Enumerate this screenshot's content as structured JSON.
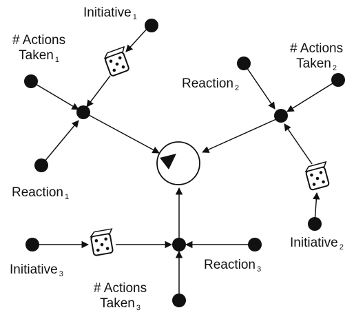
{
  "colors": {
    "ink": "#111111",
    "background": "#ffffff"
  },
  "center": {
    "shape": "circle",
    "icon": "triangle-play-icon"
  },
  "groups": [
    {
      "id": 1,
      "initiative": {
        "text": "Initiative",
        "sub": "1"
      },
      "actions": {
        "line1": "# Actions",
        "line2": "Taken",
        "sub": "1"
      },
      "reaction": {
        "text": "Reaction",
        "sub": "1"
      }
    },
    {
      "id": 2,
      "initiative": {
        "text": "Initiative",
        "sub": "2"
      },
      "actions": {
        "line1": "# Actions",
        "line2": "Taken",
        "sub": "2"
      },
      "reaction": {
        "text": "Reaction",
        "sub": "2"
      }
    },
    {
      "id": 3,
      "initiative": {
        "text": "Initiative",
        "sub": "3"
      },
      "actions": {
        "line1": "# Actions",
        "line2": "Taken",
        "sub": "3"
      },
      "reaction": {
        "text": "Reaction",
        "sub": "3"
      }
    }
  ]
}
